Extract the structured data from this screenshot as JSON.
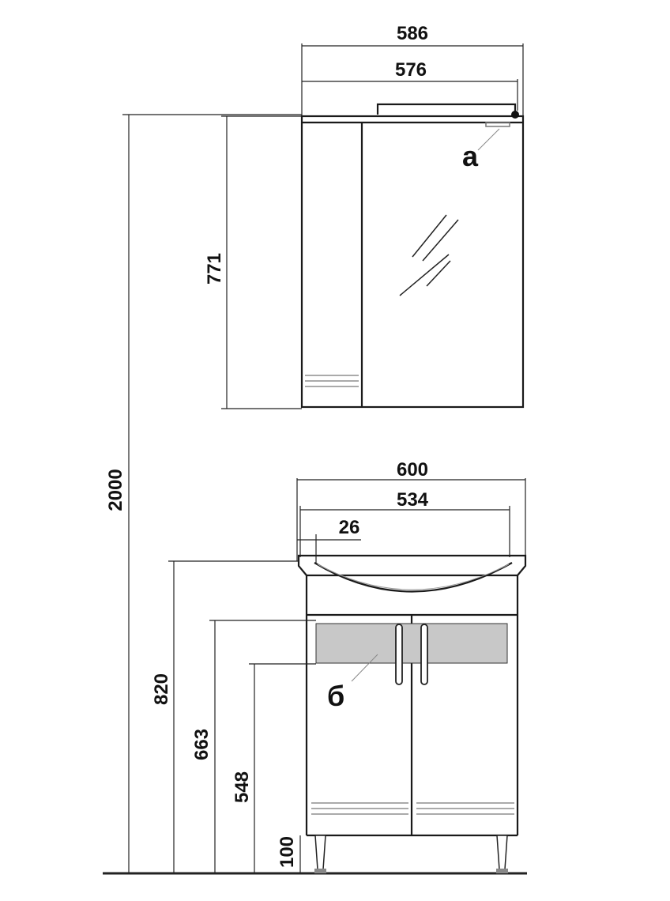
{
  "drawing": {
    "mirror_cabinet": {
      "width_outer": "586",
      "width_inner": "576",
      "height": "771",
      "callout": "а"
    },
    "vanity": {
      "width_outer": "600",
      "width_basin": "534",
      "offset": "26",
      "height_top": "820",
      "height_band": "663",
      "height_panel": "548",
      "leg_height": "100",
      "callout": "б"
    },
    "total_height": "2000",
    "colors": {
      "line": "#1a1a1a",
      "panel": "#c8c8c8"
    }
  }
}
